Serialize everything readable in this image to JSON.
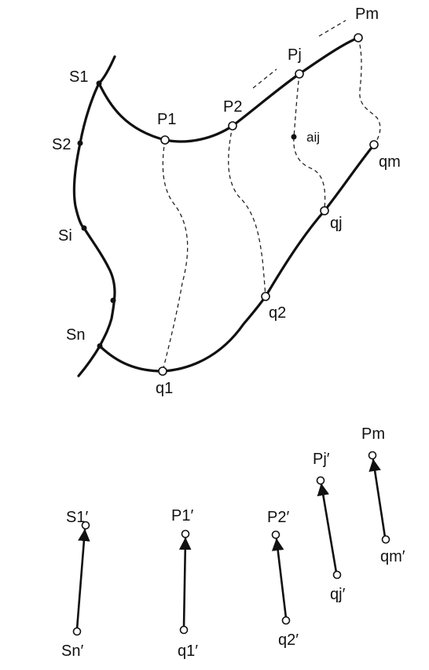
{
  "labels": {
    "s1": "S1",
    "s2": "S2",
    "si": "Si",
    "sn": "Sn",
    "p1": "P1",
    "p2": "P2",
    "pj": "Pj",
    "pm": "Pm",
    "aij": "aij",
    "q1": "q1",
    "q2": "q2",
    "qj": "qj",
    "qm": "qm"
  },
  "vector_labels": {
    "s1_prime": "S1′",
    "sn_prime": "Sn′",
    "p1_prime": "P1′",
    "q1_prime": "q1′",
    "p2_prime": "P2′",
    "q2_prime": "q2′",
    "pj_prime": "Pj′",
    "qj_prime": "qj′",
    "pm_prime": "Pm",
    "qm_prime": "qm′"
  }
}
